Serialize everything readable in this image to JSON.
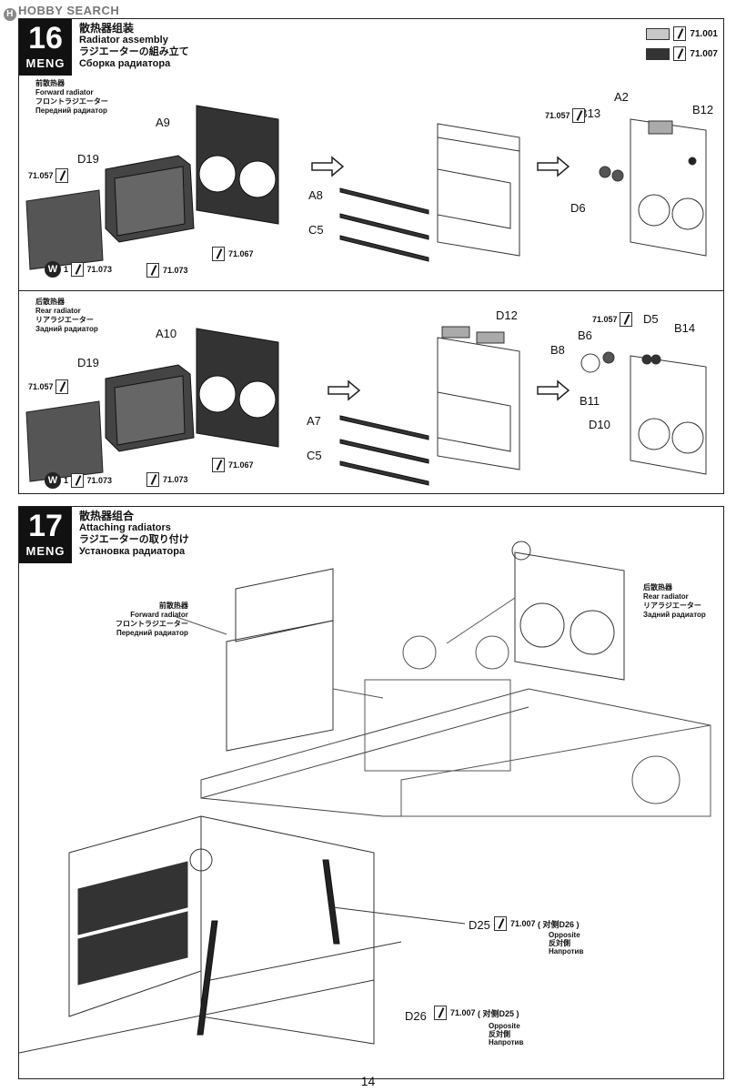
{
  "watermark": "HOBBY SEARCH",
  "paint_legend": [
    {
      "code": "71.001",
      "color": "#c8c8c8"
    },
    {
      "code": "71.007",
      "color": "#333333"
    }
  ],
  "step16": {
    "number": "16",
    "brand": "MENG",
    "title_zh": "散热器组装",
    "title_en": "Radiator assembly",
    "title_ja": "ラジエーターの組み立て",
    "title_ru": "Сборка радиатора",
    "forward": {
      "zh": "前散热器",
      "en": "Forward radiator",
      "ja": "フロントラジエーター",
      "ru": "Передний радиатор"
    },
    "rear": {
      "zh": "后散热器",
      "en": "Rear radiator",
      "ja": "リアラジエーター",
      "ru": "Задний радиатор"
    },
    "top_parts": {
      "A9": "A9",
      "D19": "D19",
      "A8": "A8",
      "C5": "C5",
      "A2": "A2",
      "B13": "B13",
      "B12": "B12",
      "D6": "D6"
    },
    "bottom_parts": {
      "A10": "A10",
      "D19": "D19",
      "A7": "A7",
      "C5": "C5",
      "D12": "D12",
      "D5": "D5",
      "B14": "B14",
      "B6": "B6",
      "B8": "B8",
      "B11": "B11",
      "D10": "D10"
    },
    "codes": {
      "c1": "71.057",
      "c2": "71.067",
      "c3": "71.073",
      "c4": "71.073",
      "c5": "71.057",
      "w": "W",
      "w_num": "1"
    }
  },
  "step17": {
    "number": "17",
    "brand": "MENG",
    "title_zh": "散热器组合",
    "title_en": "Attaching radiators",
    "title_ja": "ラジエーターの取り付け",
    "title_ru": "Установка радиатора",
    "forward": {
      "zh": "前散热器",
      "en": "Forward radiator",
      "ja": "フロントラジエーター",
      "ru": "Передний радиатор"
    },
    "rear": {
      "zh": "后散热器",
      "en": "Rear radiator",
      "ja": "リアラジエーター",
      "ru": "Задний радиатор"
    },
    "d25": {
      "part": "D25",
      "code": "71.007",
      "opp": "( 对侧D26 )",
      "en": "Opposite",
      "ja": "反対側",
      "ru": "Напротив"
    },
    "d26": {
      "part": "D26",
      "code": "71.007",
      "opp": "( 对侧D25 )",
      "en": "Opposite",
      "ja": "反対側",
      "ru": "Напротив"
    }
  },
  "page_number": "14"
}
